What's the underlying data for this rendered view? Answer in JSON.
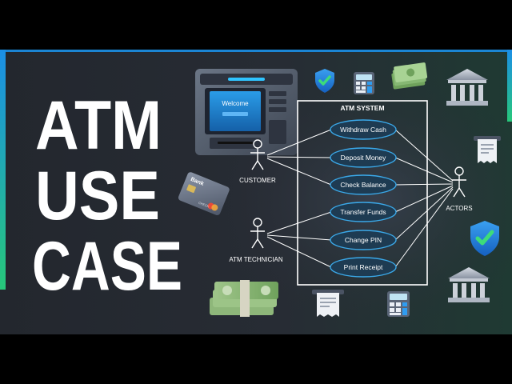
{
  "headline": {
    "line1": "ATM",
    "line2": "USE",
    "line3": "CASE"
  },
  "diagram": {
    "system_title": "ATM SYSTEM",
    "actors": {
      "customer": "CUSTOMER",
      "technician": "ATM TECHNICIAN",
      "generic": "ACTORS"
    },
    "use_cases": [
      "Withdraw Cash",
      "Deposit Money",
      "Check Balance",
      "Transfer Funds",
      "Change PIN",
      "Print Receipt"
    ]
  },
  "atm_screen": {
    "welcome_text": "Welcome"
  },
  "bank_card": {
    "bank_name": "Bank",
    "card_brand": "CHECK"
  },
  "icons": [
    "atm-machine-icon",
    "shield-check-icon",
    "calculator-icon",
    "money-stack-icon",
    "bank-building-icon",
    "receipt-icon",
    "credit-card-icon",
    "cash-bundle-icon"
  ],
  "colors": {
    "background": "#252a33",
    "accent_blue": "#1f8fe0",
    "accent_green": "#27c77a",
    "text_white": "#ffffff",
    "ellipse_stroke": "#3aa8e8",
    "ellipse_fill": "#1e3b52"
  }
}
